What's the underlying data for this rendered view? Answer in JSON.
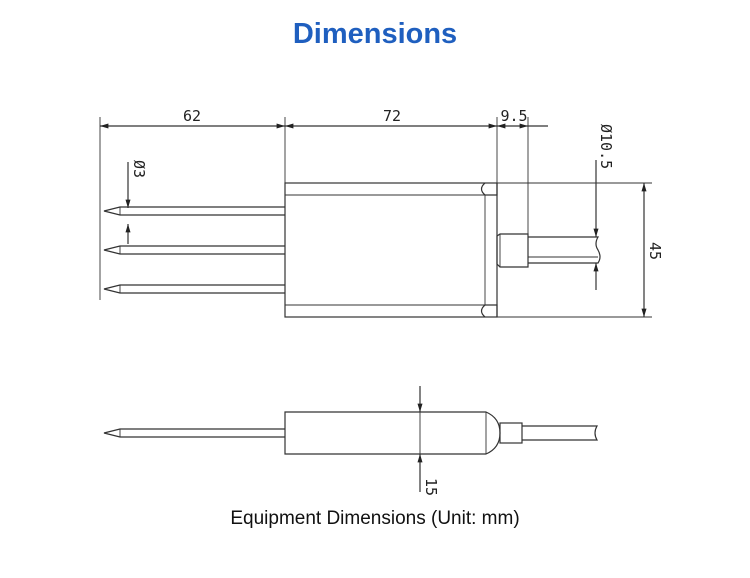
{
  "title": "Dimensions",
  "caption": "Equipment Dimensions (Unit: mm)",
  "dimensions": {
    "probe_length": "62",
    "body_length": "72",
    "cap_length": "9.5",
    "probe_diameter": "Ø3",
    "cable_diameter": "Ø10.5",
    "body_width": "45",
    "body_thickness": "15"
  },
  "colors": {
    "title": "#1f5fbf",
    "line": "#333333",
    "text": "#111111"
  }
}
